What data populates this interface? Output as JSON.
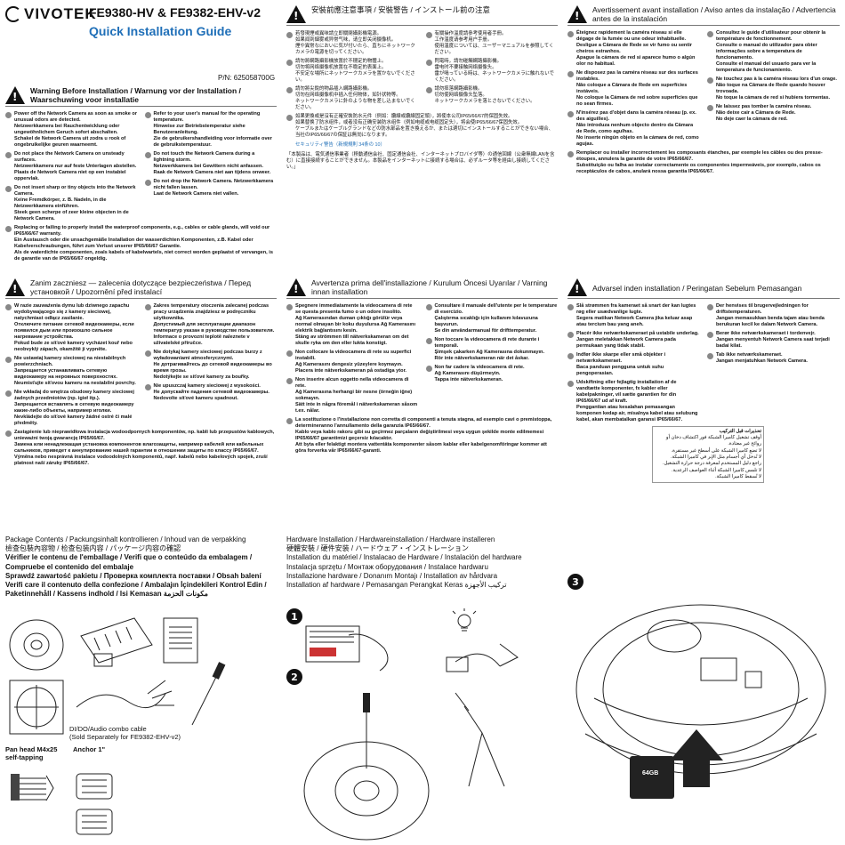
{
  "header": {
    "brand": "VIVOTEK",
    "model": "FE9380-HV & FE9382-EHV-v2",
    "guide_title": "Quick Installation Guide",
    "part_number": "P/N: 625058700G"
  },
  "warn_en": {
    "title": "Warning Before Installation / Warnung vor der Installation / Waarschuwing voor installatie",
    "left": [
      "Power off the Network Camera as soon as smoke or unusual odors are detected.",
      "Netzwerkkamera bei Rauchentwicklung oder ungewöhnlichem Geruch sofort abschalten.",
      "Schakel de Network Camera uit zodra u rook of ongebruikelijke geuren waarneemt.",
      "Do not place the Network Camera on unsteady surfaces.",
      "Netzwerkkamera nur auf feste Unterlagen abstellen.",
      "Plaats de Network Camera niet op een instabiel oppervlak.",
      "Do not insert sharp or tiny objects into the Network Camera.",
      "Keine Fremdkörper, z. B. Nadeln, in die Netzwerkkamera einführen.",
      "Steek geen scherpe of zeer kleine objecten in de Network Camera."
    ],
    "right": [
      "Refer to your user's manual for the operating temperature.",
      "Hinweise zur Betriebstemperatur siehe Benutzeranleitung.",
      "Zie de gebruikershandleiding voor informatie over de gebruikstemperatuur.",
      "Do not touch the Network Camera during a lightning storm.",
      "Netzwerkkamera bei Gewittern nicht anfassen.",
      "Raak de Network Camera niet aan tijdens onweer.",
      "Do not drop the Network Camera. Netzwerkkamera nicht fallen lassen.",
      "Netzwerkkamera nicht fallen lassen.",
      "Laat de Network Camera niet vallen."
    ],
    "bottom": [
      "Replacing or failing to properly install the waterproof components, e.g., cables or cable glands, will void our IP65/66/67 warranty.",
      "Ein Austausch oder die unsachgemäße Installation der wasserdichten Komponenten, z.B. Kabel oder Kabelverschraubungen, führt zum Verlust unserer IP65/66/67 Garantie.",
      "Als de waterdichte componenten, zoals kabels of kabelwartels, niet correct worden geplaatst of vervangen, is de garantie van de IP65/66/67 ongeldig."
    ]
  },
  "warn_cjk": {
    "title": "安裝前應注意事項 / 安裝警告 / インストール前の注意",
    "left": [
      "若發現煙或異味請立即關閉攝影機電源。",
      "如果闻到烟雾或异常气味，请立即关闭摄像机。",
      "煙や異常なにおいに気が付いたら、直ちにネットワークカメラの電源を切ってください。",
      "請勿將網路攝影機放置於不穩定的物體上。",
      "切勿将网络摄像机放置在不稳定的表面上。",
      "不安定な場所にネットワークカメラを置かないでください。",
      "請勿將尖銳的物品插入網路攝影機。",
      "切勿在网络摄像机中插入任何物体，如针状物等。",
      "ネットワークカメラに針のような物を差し込まないでください。"
    ],
    "right": [
      "有關操作溫度請參考使用者手冊。",
      "工作温度请参考用户手册。",
      "使用温度については、ユーザーマニュアルを参照してください。",
      "閃電時，請勿碰觸網路攝影機。",
      "雷电时不要接触网络摄像头。",
      "雷が鳴っている時は、ネットワークカメラに触れないでください。",
      "請勿摔落網路攝影機。",
      "切勿使网络摄像头坠落。",
      "ネットワークカメラを落とさないでください。"
    ],
    "bottom": [
      "如果更換或是沒有正確安裝防水元件（例如：纜線或纜線固定頭），將使本公司IP65/66/67的保固失效。",
      "如果替换了防水组件，或者没有正确安装防水组件（例如电缆或电缆固定头），将会使IP65/66/67保固失效。",
      "ケーブルまたはケーブルグランドなどの防水部品を置き換えるか、または適切にインストールすることができない場合、当社のIP65/66/67の保証は無効になります。",
      "セキュリティ警告（新規規則 34条の 10）",
      "「本製品は、電気通信事業者（移動通信会社、固定通信会社、インターネットプロバイダ等）の通信回線（公衆無線LANを含む）に直接接続することができません。本製品をインターネットに接続する場合は、必ずルータ等を経由し接続してください。」"
    ]
  },
  "warn_fr": {
    "title": "Avertissement avant installation / Aviso antes da instalação / Advertencia antes de la instalación",
    "left": [
      "Éteignez rapidement la caméra réseau si elle dégage de la fumée ou une odeur inhabituelle.",
      "Desligue a Câmara de Rede se vir fumo ou sentir cheiros estranhos.",
      "Apague la cámara de red si aparece humo o algún olor no habitual.",
      "Ne disposez pas la caméra réseau sur des surfaces instables.",
      "Não coloque a Câmara de Rede em superfícies instáveis.",
      "No coloque la Cámara de red sobre superficies que no sean firmes.",
      "N'insérez pas d'objet dans la caméra réseau (p. ex. des aiguilles).",
      "Não introduza nenhum objecto dentro da Câmara de Rede, como agulhas.",
      "No inserte ningún objeto en la cámara de red, como agujas."
    ],
    "right": [
      "Consultez le guide d'utilisateur pour obtenir la température de fonctionnement.",
      "Consulte o manual do utilizador para obter informações sobre a temperatura de funcionamento.",
      "Consulte el manual del usuario para ver la temperatura de funcionamiento.",
      "Ne touchez pas à la caméra réseau lors d'un orage.",
      "Não toque na Câmara de Rede quando houver trovoada.",
      "No toque la cámara de red si hubiera tormentas.",
      "Ne laissez pas tomber la caméra réseau.",
      "Não deixe cair a Câmara de Rede.",
      "No deje caer la cámara de red."
    ],
    "bottom": [
      "Remplacer ou installer incorrectement les composants étanches, par exemple les câbles ou des presse-étoupes, annulera la garantie de votre IP65/66/67.",
      "Substituição ou falha ao instalar correctamente os componentes impermeáveis, por exemplo, cabos os receptáculos de cabos, anulará nossa garantia IP65/66/67."
    ]
  },
  "warn_pl": {
    "title": "Zanim zaczniesz — zalecenia dotyczące bezpieczeństwa / Перед установкой / Upozornění před instalací",
    "left": [
      "W razie zauważenia dymu lub dziwnego zapachu wydobywającego się z kamery sieciowej, natychmiast odłącz zasilanie.",
      "Отключите питание сетевой видеокамеры, если появился дым или произошло сильное нагревание устройства.",
      "Pokud bude ze síťové kamery vycházet kouř nebo neobvyklý zápach, okamžitě ji vypněte.",
      "Nie ustawiaj kamery sieciowej na niestabilnych powierzchniach.",
      "Запрещается устанавливать сетевую видеокамеру на неровных поверхностях.",
      "Neumisťujte síťovou kameru na nestabilní povrchy.",
      "Nie wkładaj do wnętrza obudowy kamery sieciowej żadnych przedmiotów (np. igieł itp.).",
      "Запрещается вставлять в сетевую видеокамеру какие-либо объекты, например иголки.",
      "Nevkládejte do síťové kamery žádné ostré či malé předměty."
    ],
    "right": [
      "Zakres temperatury otoczenia zalecanej podczas pracy urządzenia znajdziesz w podręczniku użytkownika.",
      "Допустимый для эксплуатации диапазон температур указан в руководстве пользователя.",
      "Informace o provozní teplotě naleznete v uživatelské příručce.",
      "Nie dotykaj kamery sieciowej podczas burzy z wyładowaniami atmosferycznymi.",
      "Не дотрагивайтесь до сетевой видеокамеры во время грозы.",
      "Nedotýkejte se síťové kamery za bouřky.",
      "Nie upuszczaj kamery sieciowej z wysokości.",
      "Не допускайте падения сетевой видеокамеры.",
      "Nedovolte síťové kameru spadnout."
    ],
    "bottom": [
      "Zastąpienie lub nieprawidłowa instalacja wodoodpornych komponentów, np. kabli lub przepustów kablowych, unieważni twoją gwarancję IP65/66/67.",
      "Замена или ненадлежащая установка компонентов влагозащиты, например кабелей или кабельных сальников, приведет к аннулированию нашей гарантии в отношении защиты по классу IP65/66/67.",
      "Výměna nebo nesprávná instalace vodoodolných komponentů, např. kabelů nebo kabelových spojek, zruší platnost naší záruky IP65/66/67."
    ]
  },
  "warn_it": {
    "title": "Avvertenza prima dell'installazione / Kurulum Öncesi Uyarılar / Varning innan installation",
    "left": [
      "Spegnere immediatamente la videocamera di rete se questa presenta fumo o un odore insolito.",
      "Ağ Kamerasından duman çıktığı görülür veya normal olmayan bir koku duyulursa Ağ Kamerasını elektrik bağlantısını kesin.",
      "Stäng av strömmen till nätverkskameran om det skulle ryka om den eller lukta konstigt.",
      "Non collocare la videocamera di rete su superfici instabili.",
      "Ağ Kamerasını dengesiz yüzeylere koymayın.",
      "Placera inte nätverkskameran på ostadiga ytor.",
      "Non inserire alcun oggetto nella videocamera di rete.",
      "Ağ Kamerasına herhangi bir nesne (örneğin iğne) sokmayın.",
      "Sätt inte in några föremål i nätverkskameran såsom t.ex. nålar."
    ],
    "right": [
      "Consultare il manuale dell'utente per le temperature di esercizio.",
      "Çalıştırma sıcaklığı için kullanım kılavuzuna başvurun.",
      "Se din användarmanual för drifttemperatur.",
      "Non toccare la videocamera di rete durante i temporali.",
      "Şimşek çakarken Ağ Kamerasına dokunmayın.",
      "Rör inte nätverkskameran när det åskar.",
      "Non far cadere la videocamera di rete.",
      "Ağ Kamerasını düşürmeyin.",
      "Tappa inte nätverkskameran."
    ],
    "bottom": [
      "La sostituzione o l'installazione non corretta di componenti a tenuta stagna, ad esempio cavi o premistoppa, determineranno l'annullamento della garanzia IP65/66/67.",
      "Kablo veya kablo rakoru gibi su geçirmez parçaların değiştirilmesi veya uygun şekilde monte edilmemesi IP65/66/67 garantimizi geçersiz kılacaktır.",
      "Att byta eller felaktigt montera vattentäta komponenter såsom kablar eller kabelgenomföringar kommer att göra forverka vår IP65/66/67-garanti."
    ]
  },
  "warn_da": {
    "title": "Advarsel inden installation / Peringatan Sebelum Pemasangan",
    "left": [
      "Slå strømmen fra kameraet så snart der kan lugtes røg eller usædvanlige lugte.",
      "Segera matikan Network Camera jika keluar asap atau tercium bau yang aneh.",
      "Placér ikke netværkskameraet på ustabile underlag.",
      "Jangan meletakkan Network Camera pada permukaan yang tidak stabil.",
      "Indfør ikke skarpe eller små objekter i netværkskameraet.",
      "Baca panduan pengguna untuk suhu pengoperasian.",
      "Udskiftning eller fejlagtig installation af de vandtætte komponenter, fx kabler eller kabelpakninger, vil sætte garantien for din IP65/66/67 ud af kraft.",
      "Penggantian atau kesalahan pemasangan komponen kedap air, misalnya kabel atau selubung kabel, akan membatalkan garansi IP65/66/67."
    ],
    "right": [
      "Der henvises til brugervejledningen for driftstemperaturen.",
      "Jangan memasukkan benda tajam atau benda berukuran kecil ke dalam Network Camera.",
      "Berør ikke netværkskameraet i tordenvejr.",
      "Jangan menyentuh Network Camera saat terjadi badai kilat.",
      "Tab ikke netværkskameraet.",
      "Jangan menjatuhkan Network Camera."
    ],
    "arabic_title": "تحذيرات قبل التركيب",
    "arabic": [
      "أوقف تشغيل كاميرا الشبكة فور اكتشاف دخان أو روائح غير معتادة.",
      "لا تضع كاميرا الشبكة على أسطح غير مستقرة.",
      "لا تُدخل أي أجسام مثل الإبر في كاميرا الشبكة.",
      "راجع دليل المستخدم لمعرفة درجة حرارة التشغيل.",
      "لا تلمس كاميرا الشبكة أثناء العواصف الرعدية.",
      "لا تُسقط كاميرا الشبكة."
    ]
  },
  "package": {
    "title_lines": [
      "Package Contents / Packungsinhalt kontrollieren / Inhoud van de verpakking",
      "檢查包裝內容物 / 检查包装内容 / パッケージ内容の確認",
      "Vérifier le contenu de l'emballage / Verifi que o conteúdo da embalagem / Compruebe el contenido del embalaje",
      "Sprawdź zawartość pakietu / Проверка комплекта поставки / Obsah balení",
      "Verifi care il contenuto della confezione / Ambalajın İçindekileri Kontrol Edin / Paketinnehåll / Kassens indhold / Isi Kemasan مكونات الحزمة"
    ],
    "combo_cable_caption": "DI/DO/Audio combo cable",
    "combo_cable_note": "(Sold Separately for FE9382-EHV-v2)",
    "screw_label": "Pan head M4x25 self-tapping",
    "anchor_label": "Anchor 1\""
  },
  "hardware": {
    "title_lines": [
      "Hardware Installation / Hardwareinstallation / Hardware installeren",
      "硬體安裝 / 硬件安装 / ハードウェア・インストレーション",
      "Installation du matériel / Instalacao de Hardware / Instalación del hardware",
      "Instalacja sprzętu / Монтаж оборудования / Instalace hardwaru",
      "Installazione hardware / Donanım Montajı / Installation av hårdvara",
      "Installation af hardware / Pemasangan Perangkat Keras تركيب الأجهزة"
    ],
    "steps": [
      "1",
      "2",
      "3"
    ],
    "sd_label": "64GB"
  }
}
